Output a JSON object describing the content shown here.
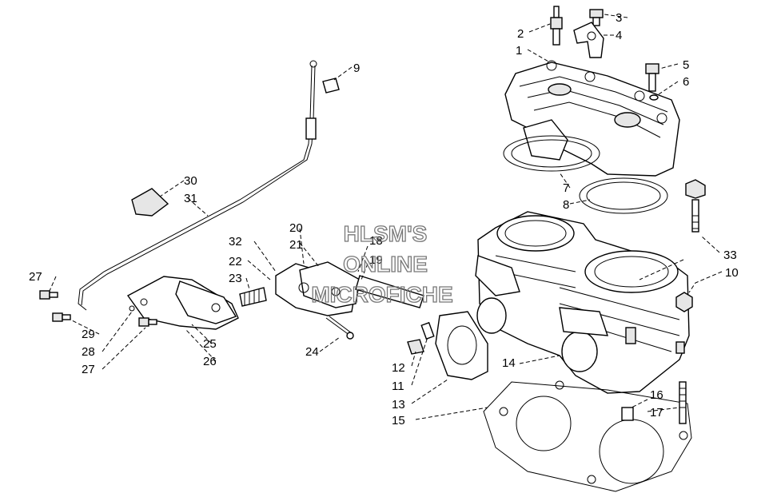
{
  "labels": [
    {
      "id": "1",
      "text": "1"
    },
    {
      "id": "2",
      "text": "2"
    },
    {
      "id": "3",
      "text": "3"
    },
    {
      "id": "4",
      "text": "4"
    },
    {
      "id": "5",
      "text": "5"
    },
    {
      "id": "6",
      "text": "6"
    },
    {
      "id": "7",
      "text": "7"
    },
    {
      "id": "8",
      "text": "8"
    },
    {
      "id": "9",
      "text": "9"
    },
    {
      "id": "10",
      "text": "10"
    },
    {
      "id": "11",
      "text": "11"
    },
    {
      "id": "12",
      "text": "12"
    },
    {
      "id": "13",
      "text": "13"
    },
    {
      "id": "14",
      "text": "14"
    },
    {
      "id": "15",
      "text": "15"
    },
    {
      "id": "16",
      "text": "16"
    },
    {
      "id": "17",
      "text": "17"
    },
    {
      "id": "18",
      "text": "18"
    },
    {
      "id": "19",
      "text": "19"
    },
    {
      "id": "20",
      "text": "20"
    },
    {
      "id": "21",
      "text": "21"
    },
    {
      "id": "22",
      "text": "22"
    },
    {
      "id": "23",
      "text": "23"
    },
    {
      "id": "24",
      "text": "24"
    },
    {
      "id": "25",
      "text": "25"
    },
    {
      "id": "26",
      "text": "26"
    },
    {
      "id": "27a",
      "text": "27"
    },
    {
      "id": "27b",
      "text": "27"
    },
    {
      "id": "28",
      "text": "28"
    },
    {
      "id": "29",
      "text": "29"
    },
    {
      "id": "30",
      "text": "30"
    },
    {
      "id": "31",
      "text": "31"
    },
    {
      "id": "32",
      "text": "32"
    },
    {
      "id": "33",
      "text": "33"
    }
  ],
  "watermark": {
    "line1": "HLSM'S",
    "line2": "ONLINE",
    "line3": "MICROFICHE"
  },
  "colors": {
    "ink": "#000000",
    "watermark": "#777777",
    "background": "#ffffff"
  }
}
